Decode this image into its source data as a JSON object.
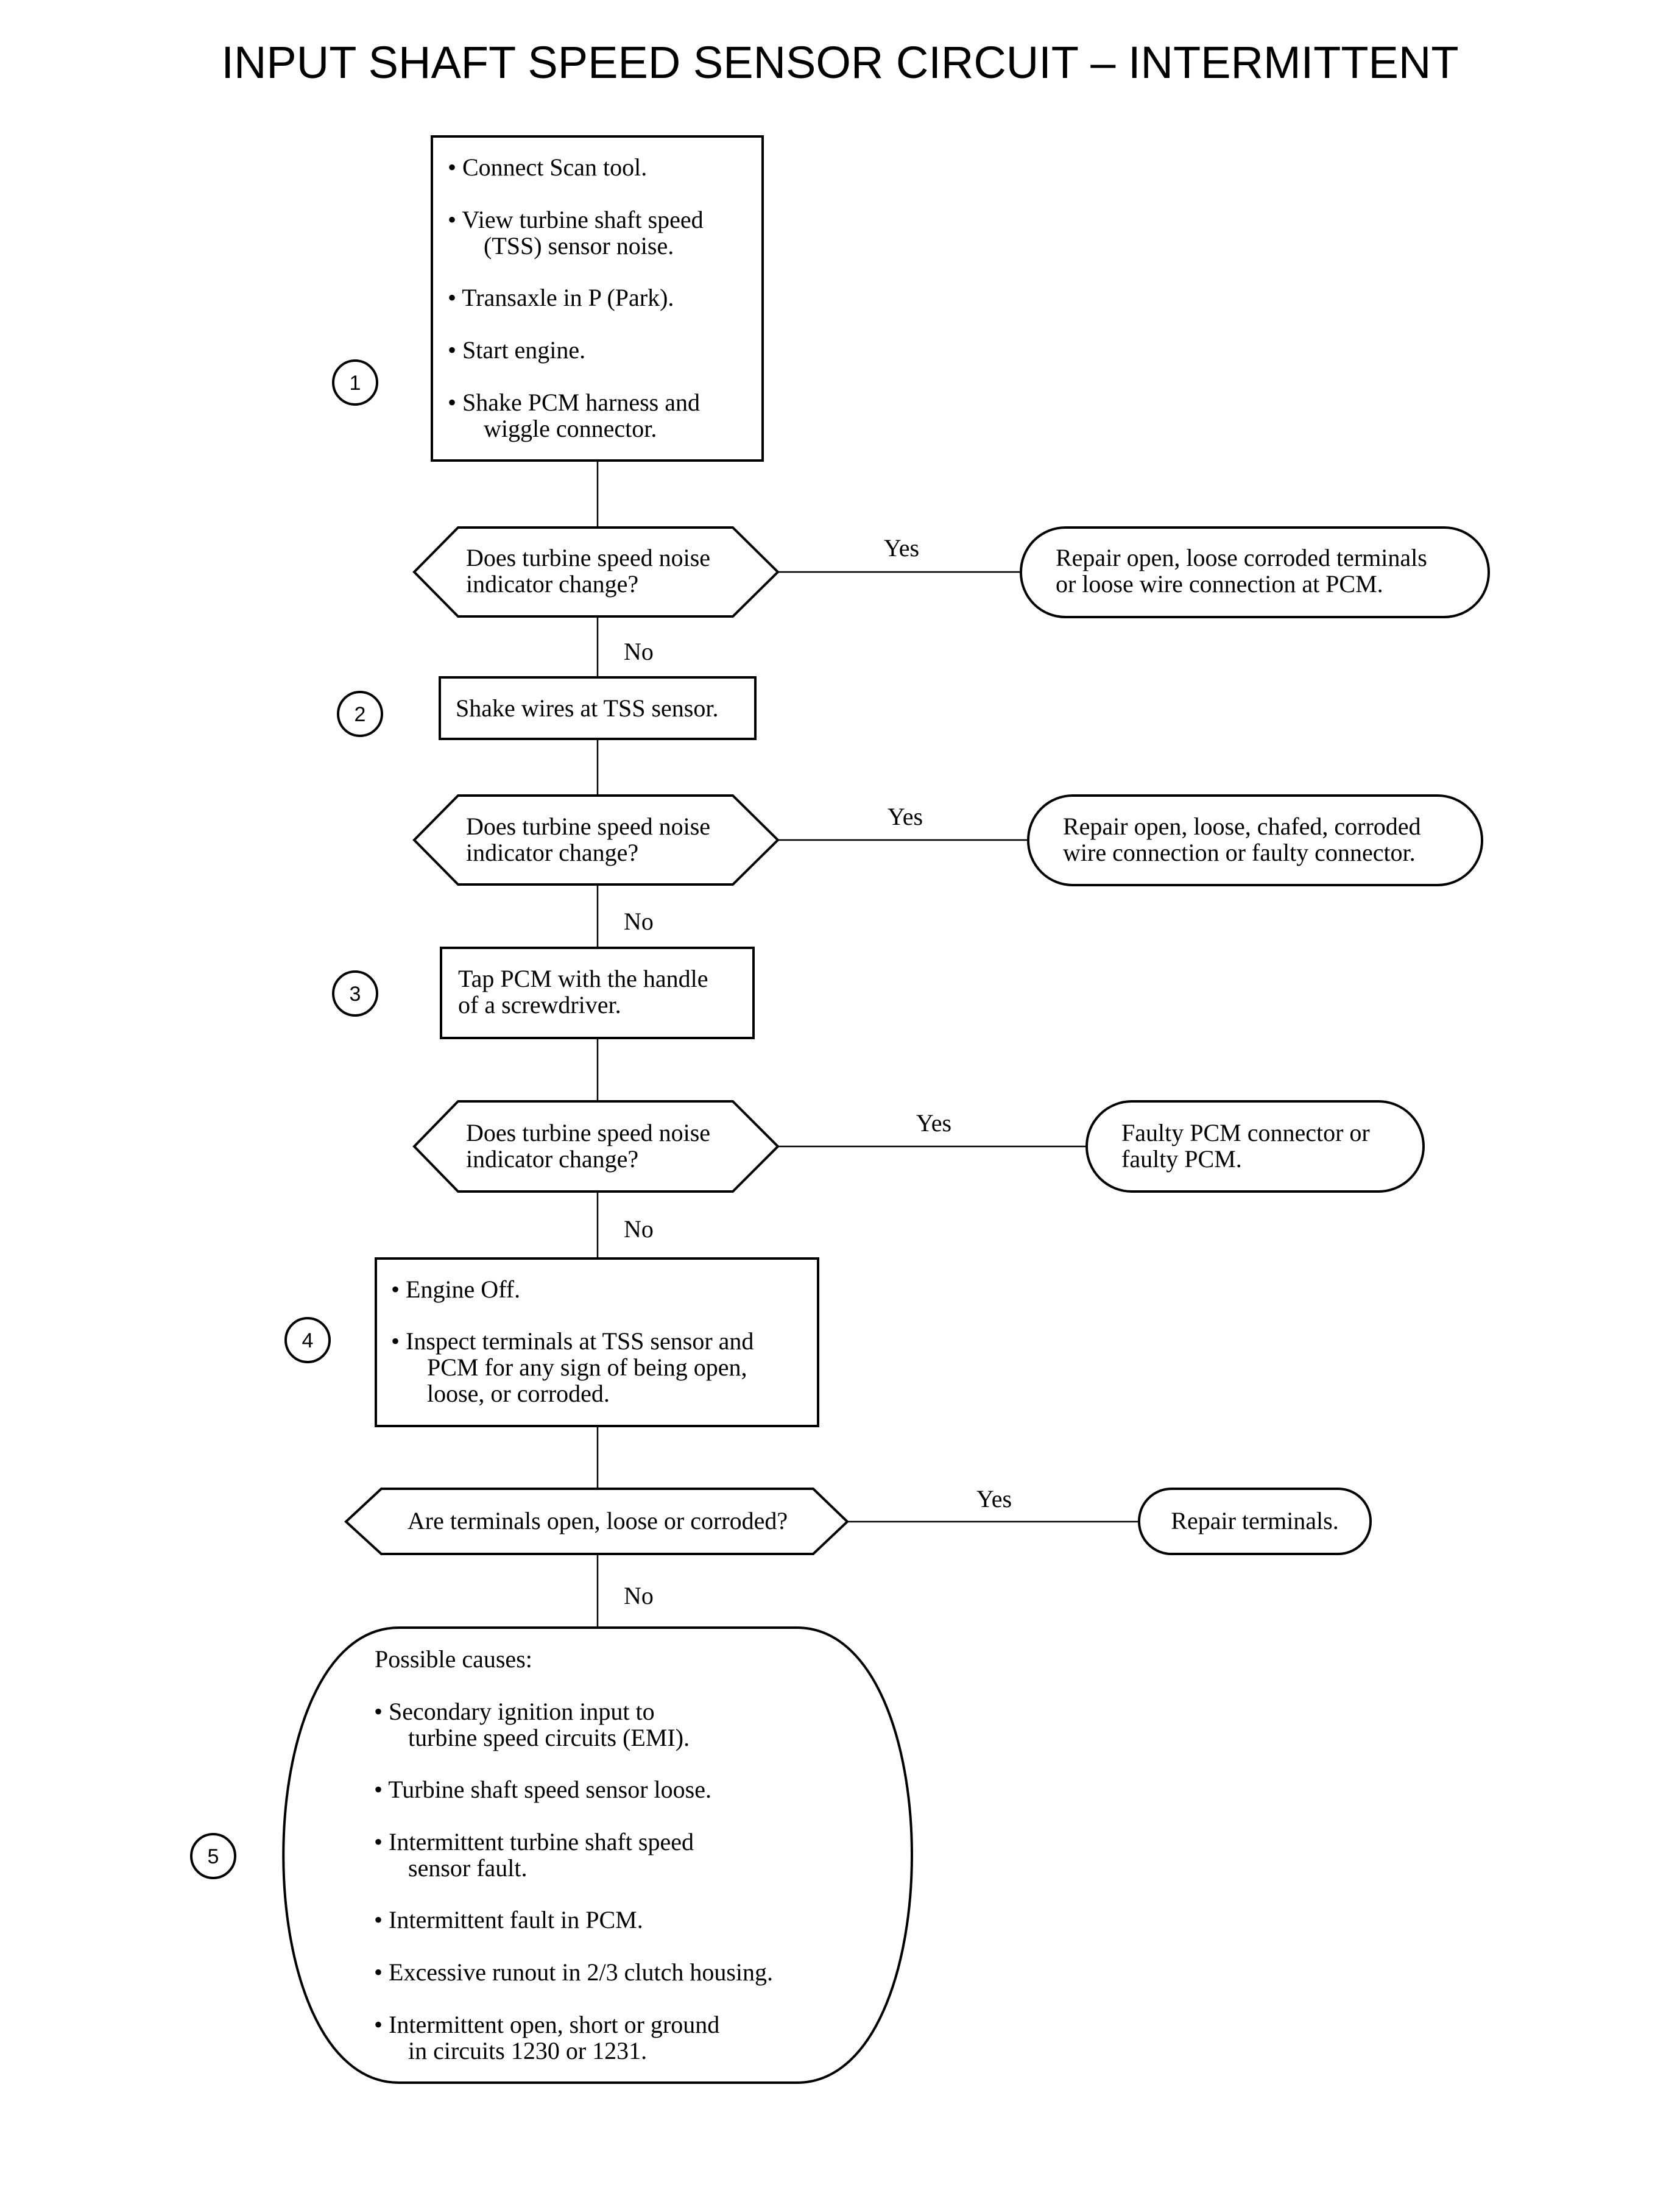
{
  "title": "INPUT SHAFT SPEED SENSOR CIRCUIT – INTERMITTENT",
  "steps": [
    {
      "number": "1",
      "lines": [
        "• Connect Scan tool.",
        "• View turbine shaft speed",
        "(TSS) sensor noise.",
        "• Transaxle in P (Park).",
        "• Start engine.",
        "• Shake PCM harness and",
        "wiggle connector."
      ]
    },
    {
      "number": "2",
      "lines": [
        "Shake wires at TSS sensor."
      ]
    },
    {
      "number": "3",
      "lines": [
        "Tap PCM with the handle",
        "of a screwdriver."
      ]
    },
    {
      "number": "4",
      "lines": [
        "• Engine Off.",
        "• Inspect terminals at TSS sensor and",
        "PCM for any sign of being open,",
        "loose, or corroded."
      ]
    },
    {
      "number": "5"
    }
  ],
  "decisions": [
    {
      "lines": [
        "Does turbine speed noise",
        "indicator change?"
      ],
      "yes": "Yes",
      "no": "No",
      "yes_result": [
        "Repair open, loose corroded terminals",
        "or loose wire connection at PCM."
      ]
    },
    {
      "lines": [
        "Does turbine speed noise",
        "indicator change?"
      ],
      "yes": "Yes",
      "no": "No",
      "yes_result": [
        "Repair open, loose, chafed, corroded",
        "wire connection or faulty connector."
      ]
    },
    {
      "lines": [
        "Does turbine speed noise",
        "indicator change?"
      ],
      "yes": "Yes",
      "no": "No",
      "yes_result": [
        "Faulty PCM connector or",
        "faulty PCM."
      ]
    },
    {
      "lines": [
        "Are terminals open, loose or corroded?"
      ],
      "yes": "Yes",
      "no": "No",
      "yes_result": [
        "Repair terminals."
      ]
    }
  ],
  "possible_causes": {
    "heading": "Possible causes:",
    "lines": [
      "• Secondary ignition input to",
      "turbine speed circuits (EMI).",
      "• Turbine shaft speed sensor loose.",
      "• Intermittent turbine shaft speed",
      "sensor fault.",
      "• Intermittent fault in PCM.",
      "• Excessive runout in 2/3 clutch housing.",
      "• Intermittent open, short or ground",
      "in circuits 1230 or 1231."
    ]
  }
}
